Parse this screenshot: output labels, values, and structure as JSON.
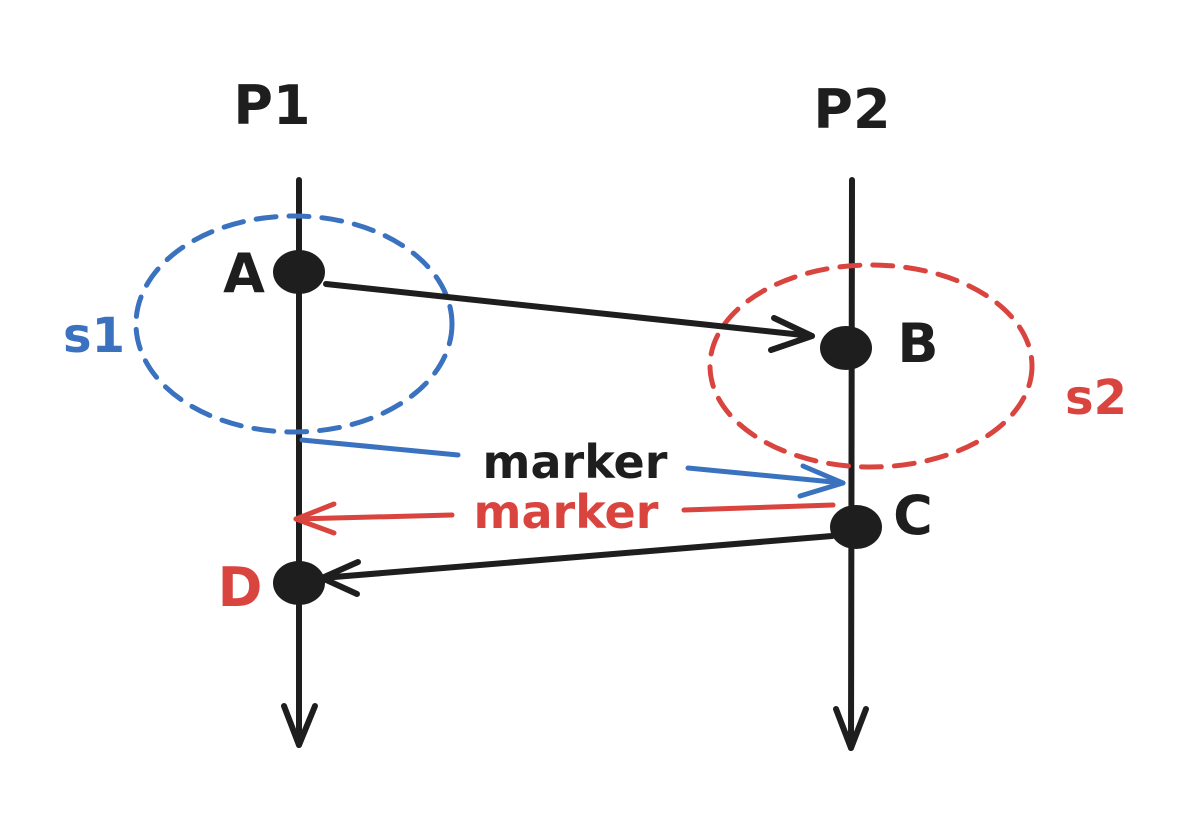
{
  "processes": [
    {
      "id": "p1",
      "label": "P1"
    },
    {
      "id": "p2",
      "label": "P2"
    }
  ],
  "events": [
    {
      "id": "a",
      "label": "A",
      "process": "P1",
      "color": "#1e1e1e"
    },
    {
      "id": "b",
      "label": "B",
      "process": "P2",
      "color": "#1e1e1e"
    },
    {
      "id": "c",
      "label": "C",
      "process": "P2",
      "color": "#1e1e1e"
    },
    {
      "id": "d",
      "label": "D",
      "process": "P1",
      "color": "#d9443f"
    }
  ],
  "snapshots": [
    {
      "id": "s1",
      "label": "s1",
      "color": "#3a72c0"
    },
    {
      "id": "s2",
      "label": "s2",
      "color": "#d9443f"
    }
  ],
  "messages": [
    {
      "id": "msg-a-b",
      "from": "A",
      "to": "B",
      "label": "",
      "color": "#1e1e1e"
    },
    {
      "id": "marker-blue",
      "from": "P1",
      "to": "P2",
      "label": "marker",
      "color": "#3a72c0"
    },
    {
      "id": "marker-red",
      "from": "P2",
      "to": "P1",
      "label": "marker",
      "color": "#d9443f"
    },
    {
      "id": "msg-c-d",
      "from": "C",
      "to": "D",
      "label": "",
      "color": "#1e1e1e"
    }
  ]
}
